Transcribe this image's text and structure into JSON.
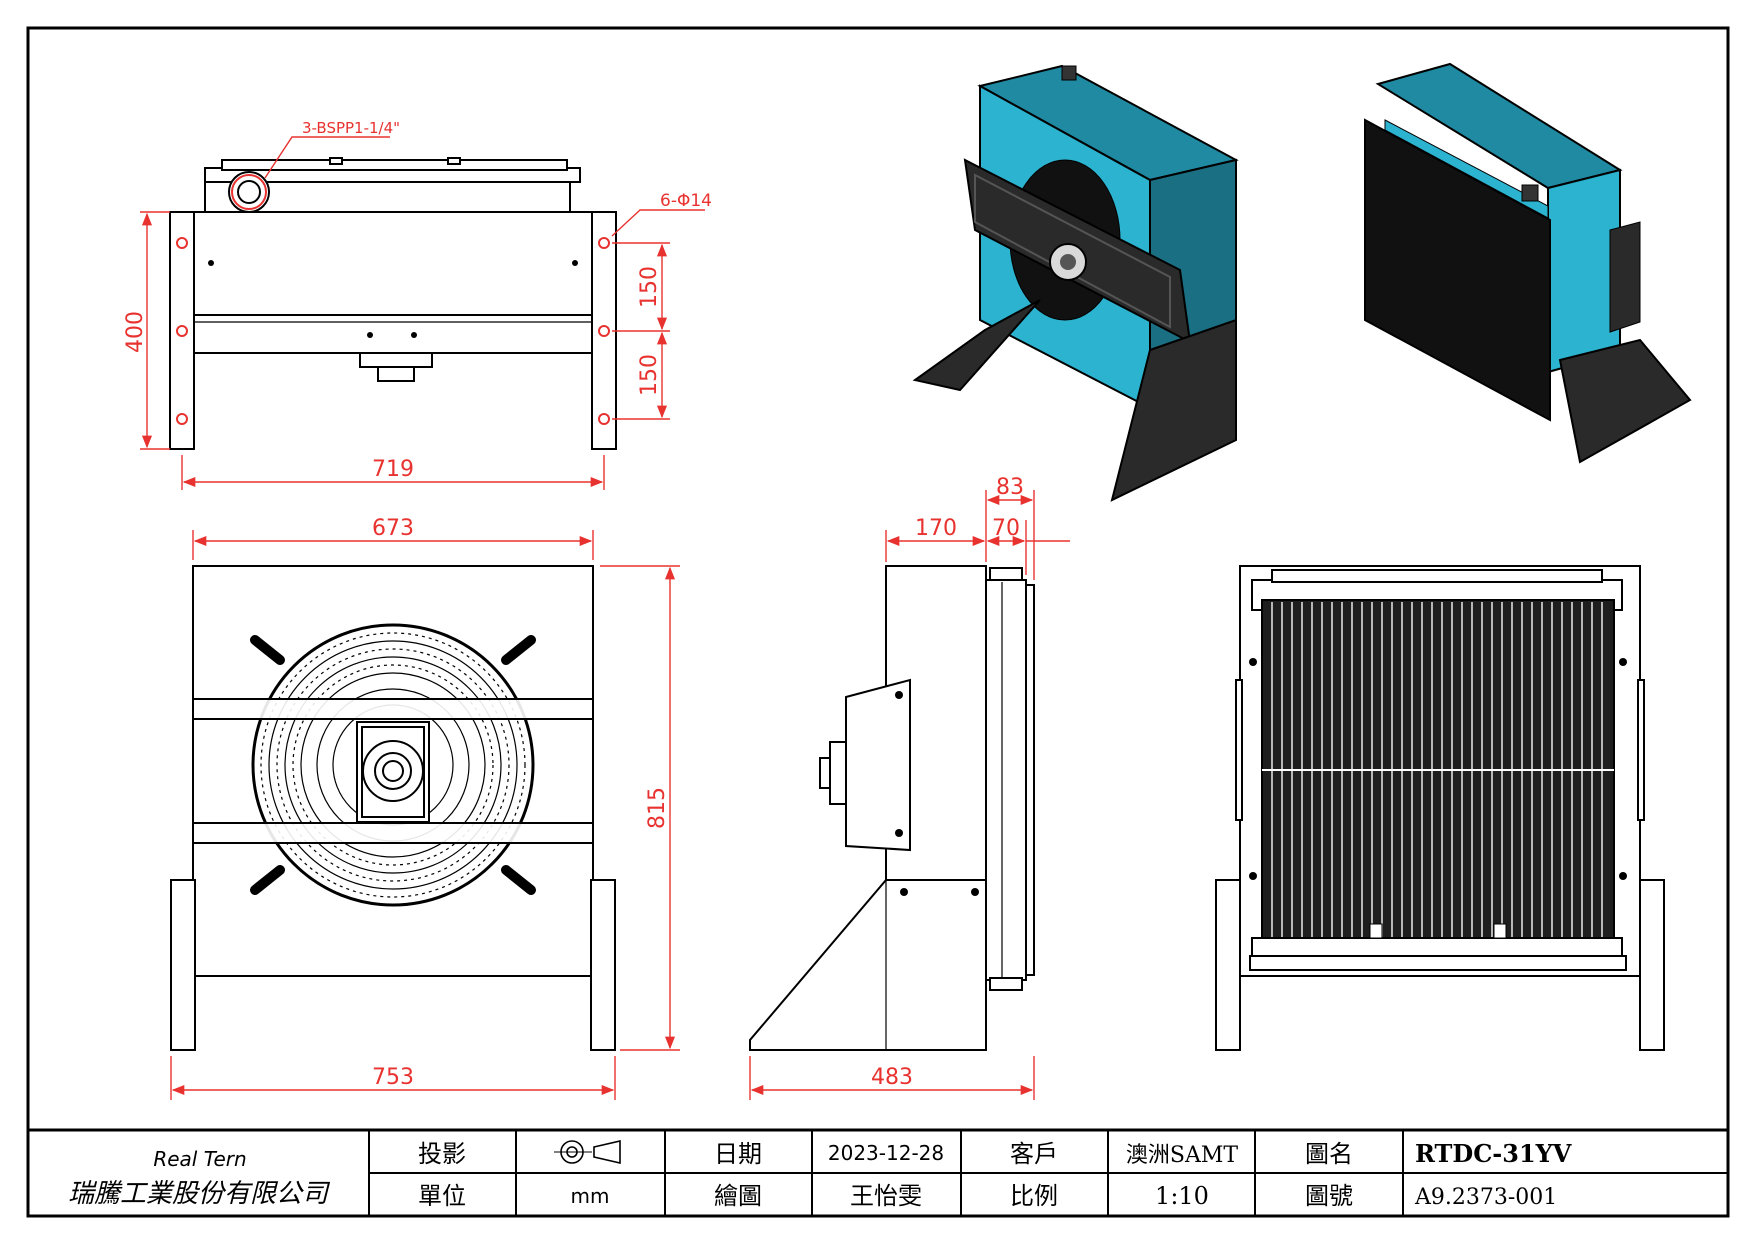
{
  "annotations": {
    "port": "3-BSPP1-1/4\"",
    "holes": "6-Φ14"
  },
  "dimensions": {
    "top_height": "400",
    "top_pitch_upper": "150",
    "top_pitch_lower": "150",
    "top_width": "719",
    "front_inner_width": "673",
    "front_height": "815",
    "front_base_width": "753",
    "side_depth": "170",
    "side_core": "70",
    "side_total": "83",
    "side_base": "483"
  },
  "title_block": {
    "company_en": "Real Tern",
    "company_zh": "瑞騰工業股份有限公司",
    "projection_label": "投影",
    "unit_label": "單位",
    "unit_value": "mm",
    "date_label": "日期",
    "date_value": "2023-12-28",
    "drawn_label": "繪圖",
    "drawn_value": "王怡雯",
    "customer_label": "客戶",
    "customer_value": "澳洲SAMT",
    "scale_label": "比例",
    "scale_value": "1:10",
    "drawing_name_label": "圖名",
    "drawing_name_value": "RTDC-31YV",
    "drawing_no_label": "圖號",
    "drawing_no_value": "A9.2373-001"
  },
  "colors": {
    "dimension": "#e8322f",
    "body_blue": "#2bb3cf",
    "body_blue_dark": "#1f8aa2",
    "frame_dark": "#2a2a2a"
  },
  "icons": {
    "projection_symbol": "first-angle-projection-icon"
  }
}
